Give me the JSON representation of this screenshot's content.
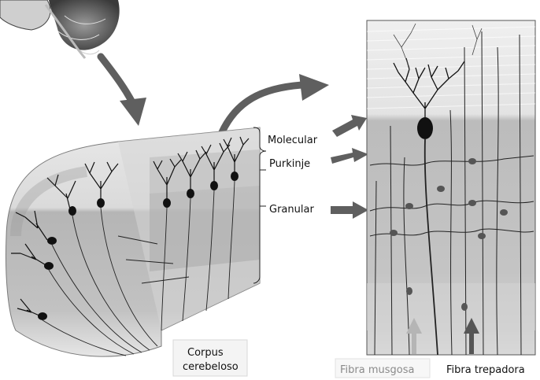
{
  "labels": {
    "layers": {
      "molecular": "Molecular",
      "purkinje": "Purkinje",
      "granular": "Granular"
    },
    "corpus": {
      "line1": "Corpus",
      "line2": "cerebeloso"
    },
    "fibers": {
      "mossy": "Fibra musgosa",
      "climbing": "Fibra trepadora"
    }
  },
  "colors": {
    "background": "#ffffff",
    "arrow": "#5f5f5f",
    "neuron": "#111111",
    "molecular_layer": "#e2e2e2",
    "granular_layer": "#bdbdbd",
    "white_matter": "#cfcfcf"
  }
}
